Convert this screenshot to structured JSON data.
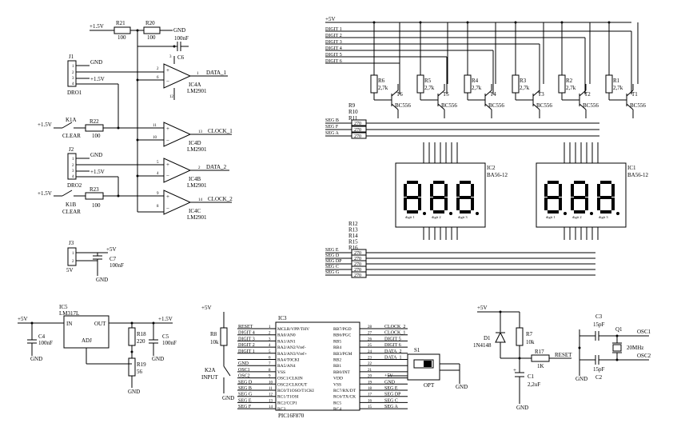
{
  "rails": {
    "plus5": "+5V",
    "plus15": "+1.5V",
    "gnd": "GND"
  },
  "left": {
    "r21": "R21",
    "r21v": "100",
    "r20": "R20",
    "r20v": "100",
    "c6": "C6",
    "c6v": "100nF",
    "j1": "J1",
    "j1name": "DRO1",
    "j2": "J2",
    "j2name": "DRO2",
    "k1a": "K1A",
    "k1b": "K1B",
    "clear": "CLEAR",
    "r22": "R22",
    "r22v": "100",
    "r23": "R23",
    "r23v": "100",
    "ic4a": "IC4A",
    "ic4b": "IC4B",
    "ic4c": "IC4C",
    "ic4d": "IC4D",
    "lm": "LM2901",
    "data1": "DATA_1",
    "data2": "DATA_2",
    "clock1": "CLOCK_1",
    "clock2": "CLOCK_2",
    "j3": "J3",
    "c7": "C7",
    "c7v": "100nF",
    "fivev": "5V"
  },
  "psu": {
    "ic5": "IC5",
    "ic5name": "LM317L",
    "in": "IN",
    "out": "OUT",
    "adj": "ADJ",
    "c4": "C4",
    "c4v": "100nF",
    "r18": "R18",
    "r18v": "220",
    "c5": "C5",
    "c5v": "100nF",
    "r19": "R19",
    "r19v": "56"
  },
  "mcu": {
    "ic3": "IC3",
    "name": "PIC16F870",
    "r8": "R8",
    "r8v": "10k",
    "k2a": "K2A",
    "input": "INPUT",
    "left_pins": [
      {
        "net": "RESET",
        "pin": "MCLR/VPP/THV",
        "num": "1"
      },
      {
        "net": "DIGIT 4",
        "pin": "RA0/AN0",
        "num": "2"
      },
      {
        "net": "DIGIT 3",
        "pin": "RA1/AN1",
        "num": "3"
      },
      {
        "net": "DIGIT 2",
        "pin": "RA2/AN2/Vref-",
        "num": "4"
      },
      {
        "net": "DIGIT 1",
        "pin": "RA3/AN3/Vref+",
        "num": "5"
      },
      {
        "net": "",
        "pin": "RA4/T0CKI",
        "num": "6"
      },
      {
        "net": "GND",
        "pin": "RA5/AN4",
        "num": "7"
      },
      {
        "net": "OSC1",
        "pin": "VSS",
        "num": "8"
      },
      {
        "net": "OSC2",
        "pin": "OSC1/CLKIN",
        "num": "9"
      },
      {
        "net": "SEG D",
        "pin": "OSC2/CLKOUT",
        "num": "10"
      },
      {
        "net": "SEG B",
        "pin": "RC0/T1OSO/T1CKI",
        "num": "11"
      },
      {
        "net": "SEG G",
        "pin": "RC1/T1OSI",
        "num": "12"
      },
      {
        "net": "SEG E",
        "pin": "RC2/CCP1",
        "num": "13"
      },
      {
        "net": "SEG F",
        "pin": "RC3",
        "num": "14"
      }
    ],
    "right_pins": [
      {
        "num": "28",
        "pin": "RB7/PGD",
        "net": "CLOCK_2"
      },
      {
        "num": "27",
        "pin": "RB6/PGC",
        "net": "CLOCK_1"
      },
      {
        "num": "26",
        "pin": "RB5",
        "net": "DIGIT 5"
      },
      {
        "num": "25",
        "pin": "RB4",
        "net": "DIGIT 6"
      },
      {
        "num": "24",
        "pin": "RB3/PGM",
        "net": "DATA_2"
      },
      {
        "num": "23",
        "pin": "RB2",
        "net": "DATA_1"
      },
      {
        "num": "22",
        "pin": "RB1",
        "net": ""
      },
      {
        "num": "21",
        "pin": "RB0/INT",
        "net": ""
      },
      {
        "num": "20",
        "pin": "VDD",
        "net": "+5V"
      },
      {
        "num": "19",
        "pin": "VSS",
        "net": "GND"
      },
      {
        "num": "18",
        "pin": "RC7/RX/DT",
        "net": "SEG E"
      },
      {
        "num": "17",
        "pin": "RC6/TX/CK",
        "net": "SEG DP"
      },
      {
        "num": "16",
        "pin": "RC5",
        "net": "SEG C"
      },
      {
        "num": "15",
        "pin": "RC4",
        "net": "SEG A"
      }
    ],
    "s1": "S1",
    "opt": "OPT"
  },
  "reset": {
    "d1": "D1",
    "d1v": "1N4148",
    "r7": "R7",
    "r7v": "10k",
    "r17": "R17",
    "r17v": "1K",
    "resetnet": "RESET",
    "c1": "C1",
    "c1v": "2,2uF"
  },
  "osc": {
    "c3": "C3",
    "c3v": "15pF",
    "c2": "C2",
    "c2v": "15pF",
    "q1": "Q1",
    "q1v": "20MHz",
    "osc1": "OSC1",
    "osc2": "OSC2"
  },
  "display": {
    "digits": [
      "DIGIT 1",
      "DIGIT 2",
      "DIGIT 3",
      "DIGIT 4",
      "DIGIT 5",
      "DIGIT 6"
    ],
    "resistors": [
      {
        "n": "R6",
        "v": "2,7k"
      },
      {
        "n": "R5",
        "v": "2,7k"
      },
      {
        "n": "R4",
        "v": "2,7k"
      },
      {
        "n": "R3",
        "v": "2,7k"
      },
      {
        "n": "R2",
        "v": "2,7k"
      },
      {
        "n": "R1",
        "v": "2,7k"
      }
    ],
    "transistors": [
      {
        "n": "T6",
        "v": "BC556"
      },
      {
        "n": "T5",
        "v": "BC556"
      },
      {
        "n": "T4",
        "v": "BC556"
      },
      {
        "n": "T3",
        "v": "BC556"
      },
      {
        "n": "T2",
        "v": "BC556"
      },
      {
        "n": "T1",
        "v": "BC556"
      }
    ],
    "ic2": "IC2",
    "ic1": "IC1",
    "part": "BA56-12",
    "top_res": [
      "R9",
      "R10",
      "R11"
    ],
    "top_seg": [
      "SEG B",
      "SEG F",
      "SEG A"
    ],
    "bot_res": [
      "R12",
      "R13",
      "R14",
      "R15",
      "R16"
    ],
    "bot_seg": [
      "SEG E",
      "SEG D",
      "SEG DP",
      "SEG C",
      "SEG G"
    ],
    "rval": "270",
    "digit_labels": [
      "digit 1",
      "digit 2",
      "digit 3"
    ]
  }
}
